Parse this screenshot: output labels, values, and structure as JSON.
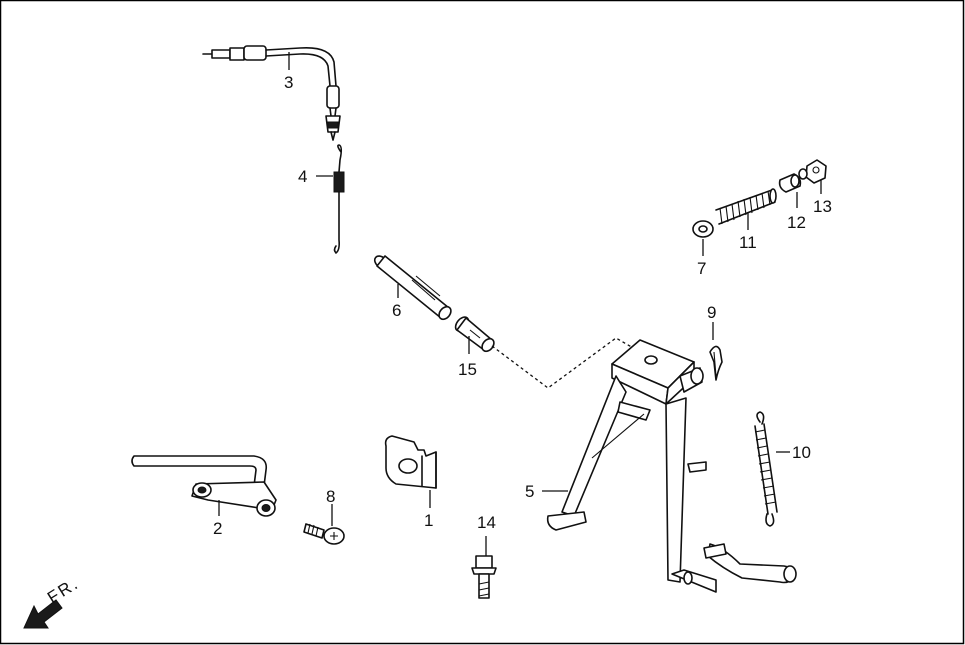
{
  "callouts": {
    "p1": "1",
    "p2": "2",
    "p3": "3",
    "p4": "4",
    "p5": "5",
    "p6": "6",
    "p7": "7",
    "p8": "8",
    "p9": "9",
    "p10": "10",
    "p11": "11",
    "p12": "12",
    "p13": "13",
    "p14": "14",
    "p15": "15"
  },
  "direction_label": "FR.",
  "colors": {
    "line": "#111111",
    "background": "#ffffff",
    "frame": "#000000"
  }
}
